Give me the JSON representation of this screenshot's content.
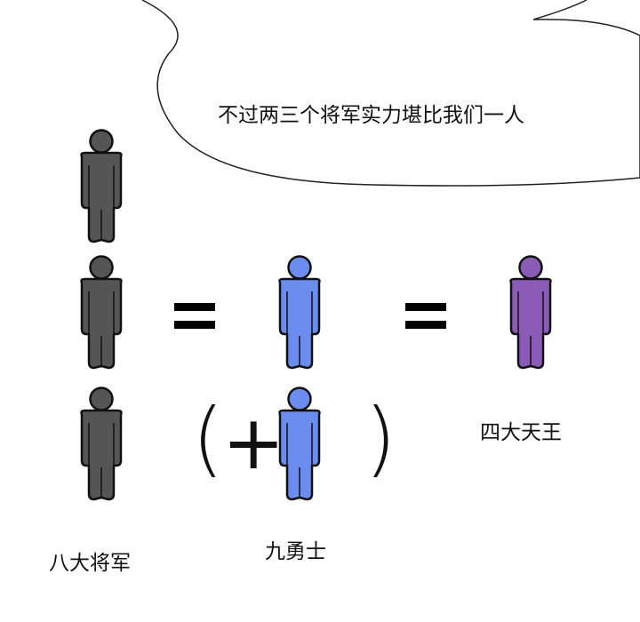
{
  "speech_bubble": {
    "text": "不过两三个将军实力堪比我们一人"
  },
  "groups": [
    {
      "label": "八大将军",
      "count": 3,
      "color": "#555555"
    },
    {
      "label": "九勇士",
      "count": 2,
      "color": "#6b8df0"
    },
    {
      "label": "四大天王",
      "count": 1,
      "color": "#8a5cb8"
    }
  ],
  "symbols": {
    "equals": "=",
    "open_paren": "(",
    "plus": "+",
    "close_paren": ")"
  }
}
